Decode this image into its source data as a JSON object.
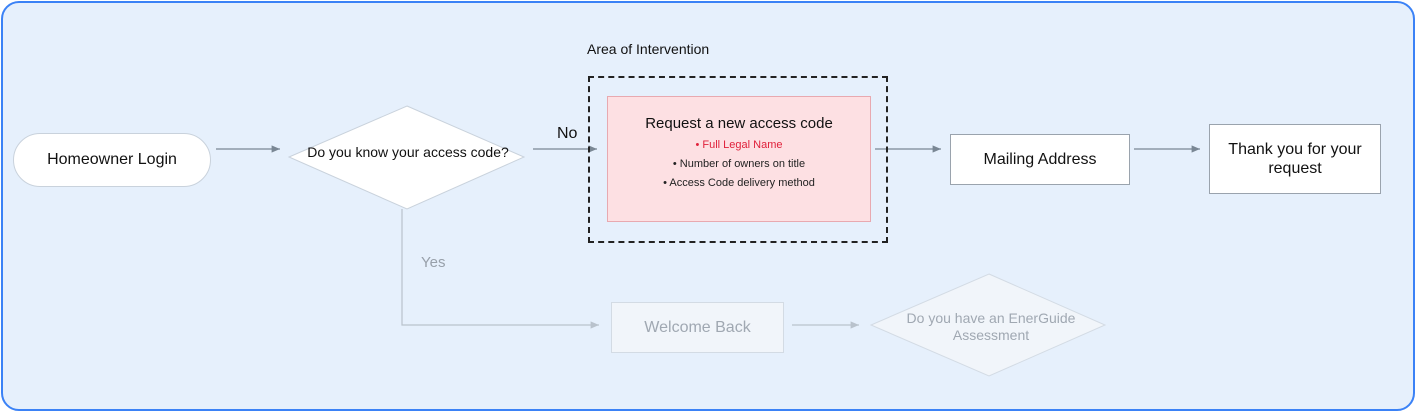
{
  "nodes": {
    "start": "Homeowner Login",
    "decision_access": "Do you know your access code?",
    "request": {
      "title": "Request a new access code",
      "items": [
        {
          "text": "Full Legal Name",
          "highlight": true
        },
        {
          "text": "Number of owners on title",
          "highlight": false
        },
        {
          "text": "Access Code delivery method",
          "highlight": false
        }
      ]
    },
    "mailing": "Mailing Address",
    "thanks": "Thank you for your request",
    "welcome": "Welcome Back",
    "decision_energuide": "Do you have an EnerGuide Assessment"
  },
  "labels": {
    "area": "Area of Intervention",
    "no": "No",
    "yes": "Yes"
  },
  "colors": {
    "frame_bg": "#e6f0fc",
    "frame_border": "#3b82f6",
    "highlight_fill": "#fde0e3",
    "highlight_text": "#e0213b",
    "faded_text": "#a0a8b2"
  }
}
